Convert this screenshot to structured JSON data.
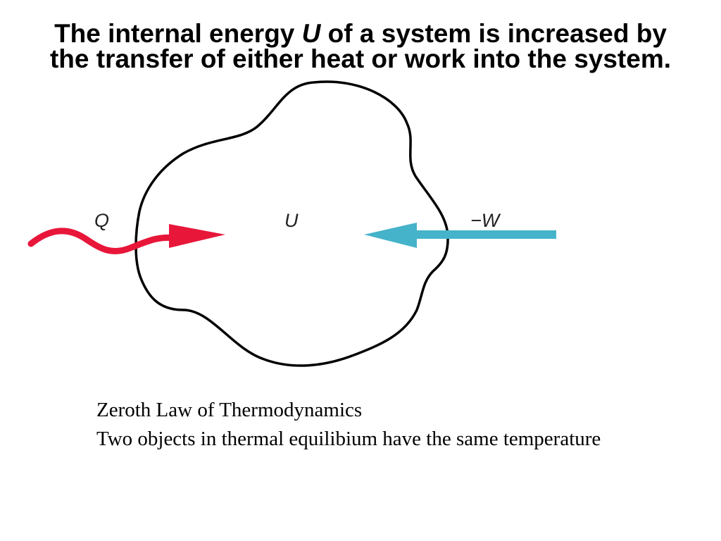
{
  "title": {
    "line1_before": "The internal energy ",
    "line1_symbol": "U",
    "line1_after": " of a system is increased by",
    "line2": "the transfer of either heat or work into the system."
  },
  "diagram": {
    "heat_label": "Q",
    "internal_energy_label": "U",
    "work_label": "−W",
    "heat_arrow_color": "#e8173a",
    "work_arrow_color": "#45b3c9",
    "boundary_color": "#000000"
  },
  "caption": {
    "line1": "Zeroth Law of Thermodynamics",
    "line2": "Two objects in thermal equilibium have the same temperature"
  }
}
